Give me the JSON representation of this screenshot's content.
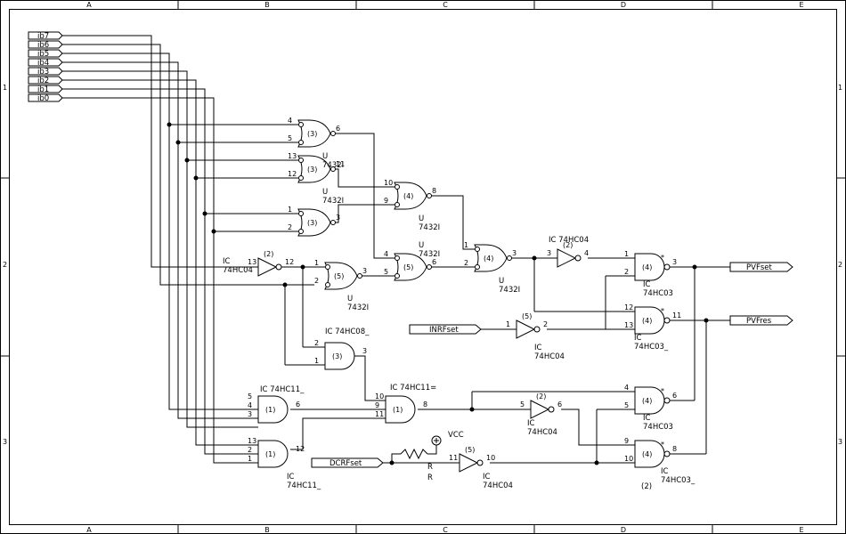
{
  "frame": {
    "columns": [
      "A",
      "B",
      "C",
      "D",
      "E"
    ],
    "rows": [
      "1",
      "2",
      "3"
    ]
  },
  "bus_inputs": [
    "ib7",
    "ib6",
    "ib5",
    "ib4",
    "ib3",
    "ib2",
    "ib1",
    "ib0"
  ],
  "ports": {
    "pvfset": "PVFset",
    "pvfres": "PVFres",
    "inrfset": "INRFset",
    "dcrfset": "DCRFset",
    "vcc": "VCC"
  },
  "gates": {
    "g_or1": {
      "sect": "(3)",
      "pins": [
        "4",
        "5",
        "6"
      ],
      "lines": []
    },
    "g_or2": {
      "sect": "(3)",
      "pins": [
        "13",
        "12",
        "11"
      ],
      "lines": [
        "U",
        "7432I"
      ]
    },
    "g_or3": {
      "sect": "(3)",
      "pins": [
        "1",
        "2",
        "3"
      ],
      "lines": [
        "U",
        "7432I"
      ]
    },
    "g_or4": {
      "sect": "(4)",
      "pins": [
        "10",
        "9",
        "8"
      ],
      "lines": [
        "U",
        "7432I"
      ]
    },
    "g_or5": {
      "sect": "(5)",
      "pins": [
        "1",
        "2",
        "3"
      ],
      "lines": [
        "U",
        "7432I"
      ]
    },
    "g_or6": {
      "sect": "(5)",
      "pins": [
        "4",
        "5",
        "6"
      ],
      "lines": [
        "U",
        "7432I"
      ]
    },
    "g_or7": {
      "sect": "(4)",
      "pins": [
        "1",
        "2",
        "3"
      ],
      "lines": [
        "U",
        "7432I"
      ]
    },
    "g_and1": {
      "sect": "(3)",
      "pins": [
        "2",
        "1",
        "3"
      ],
      "lines": [
        "IC  74HC08_"
      ]
    },
    "g_and2": {
      "sect": "(1)",
      "pins": [
        "10",
        "9",
        "11",
        "8"
      ],
      "lines": [
        "IC  74HC11="
      ]
    },
    "g_and3a": {
      "sect": "(1)",
      "pins": [
        "5",
        "4",
        "3",
        "6"
      ],
      "lines": [
        "IC    74HC11_"
      ]
    },
    "g_and3b": {
      "sect": "(1)",
      "pins": [
        "13",
        "2",
        "1",
        "12"
      ],
      "lines": [
        "IC",
        "74HC11_"
      ]
    },
    "g_inv1": {
      "sect": "(2)",
      "pins": [
        "13",
        "12"
      ],
      "lines": [
        "IC",
        "74HC04"
      ]
    },
    "g_inv2": {
      "sect": "(2)",
      "pins": [
        "3",
        "4"
      ],
      "lines": [
        "IC   74HC04"
      ]
    },
    "g_inv3": {
      "sect": "(5)",
      "pins": [
        "1",
        "2"
      ],
      "lines": [
        "IC",
        "74HC04"
      ]
    },
    "g_inv4": {
      "sect": "(2)",
      "pins": [
        "5",
        "6"
      ],
      "lines": [
        "IC",
        "74HC04"
      ]
    },
    "g_inv5": {
      "sect": "(5)",
      "pins": [
        "11",
        "10"
      ],
      "lines": [
        "IC",
        "74HC04"
      ]
    },
    "g_nand1": {
      "sect": "(4)",
      "pins": [
        "1",
        "2",
        "3"
      ],
      "lines": [
        "IC",
        "74HC03"
      ]
    },
    "g_nand2": {
      "sect": "(4)",
      "pins": [
        "12",
        "13",
        "11"
      ],
      "lines": [
        "IC",
        "74HC03_"
      ]
    },
    "g_nand3": {
      "sect": "(4)",
      "pins": [
        "4",
        "5",
        "6"
      ],
      "lines": [
        "IC",
        "74HC03"
      ]
    },
    "g_nand4": {
      "sect": "(4)",
      "pins": [
        "9",
        "10",
        "8"
      ],
      "lines": [
        "IC",
        "74HC03_"
      ]
    }
  },
  "resistor": {
    "ref": "R",
    "value": "R"
  },
  "misc": {
    "star": "*",
    "section_2": "(2)"
  }
}
